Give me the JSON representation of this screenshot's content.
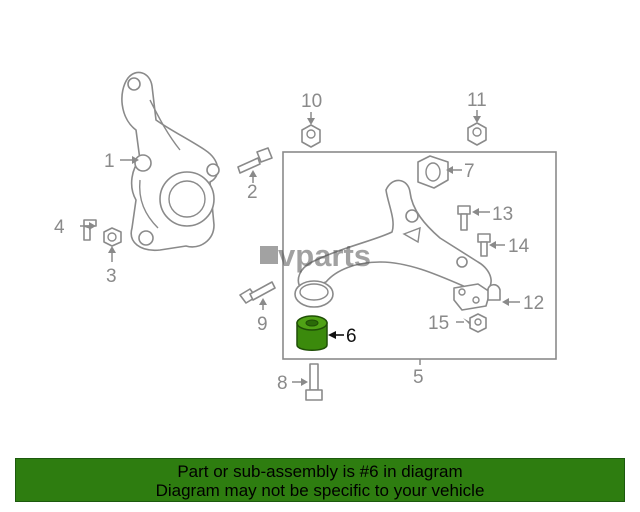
{
  "diagram": {
    "callouts": {
      "c1": "1",
      "c2": "2",
      "c3": "3",
      "c4": "4",
      "c5": "5",
      "c6": "6",
      "c7": "7",
      "c8": "8",
      "c9": "9",
      "c10": "10",
      "c11": "11",
      "c12": "12",
      "c13": "13",
      "c14": "14",
      "c15": "15"
    },
    "highlighted_part": "6",
    "highlight_color": "#3b8a0c",
    "watermark_text": "vparts"
  },
  "banner": {
    "line1": "Part or sub-assembly is #6 in diagram",
    "line2": "Diagram may not be specific to your vehicle",
    "background": "#2e7d10"
  }
}
